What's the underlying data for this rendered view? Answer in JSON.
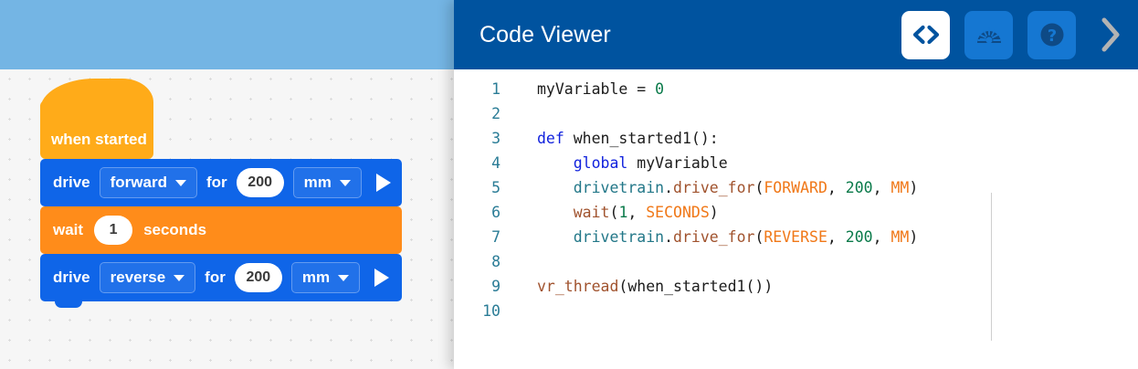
{
  "workspace": {
    "name": "block-programming-canvas",
    "blocks": [
      {
        "type": "hat",
        "label": "when started"
      },
      {
        "type": "drive",
        "verb": "drive",
        "direction": "forward",
        "for_word": "for",
        "distance": "200",
        "unit": "mm",
        "run_icon": "play-icon"
      },
      {
        "type": "wait",
        "verb": "wait",
        "value": "1",
        "unit_word": "seconds"
      },
      {
        "type": "drive",
        "verb": "drive",
        "direction": "reverse",
        "for_word": "for",
        "distance": "200",
        "unit": "mm",
        "run_icon": "play-icon"
      }
    ],
    "colors": {
      "hat": "#ffab19",
      "drive": "#0f65e8",
      "wait": "#ff8c1a",
      "topbar": "#74b5e4",
      "canvas": "#f6f6f6"
    }
  },
  "code_panel": {
    "header": {
      "title": "Code Viewer",
      "background": "#00539f",
      "buttons": [
        {
          "name": "code-view-button",
          "icon": "code-brackets-icon",
          "state": "active"
        },
        {
          "name": "dashboard-view-button",
          "icon": "gauge-dashboard-icon",
          "state": "idle"
        },
        {
          "name": "help-button",
          "icon": "question-mark-icon",
          "state": "idle"
        }
      ],
      "collapse": {
        "name": "collapse-panel-chevron",
        "icon": "chevron-right-icon",
        "color": "#b3b3b3"
      }
    },
    "editor": {
      "language": "python",
      "line_numbers": [
        "1",
        "2",
        "3",
        "4",
        "5",
        "6",
        "7",
        "8",
        "9",
        "10"
      ],
      "lines": [
        {
          "n": "1",
          "tokens": [
            {
              "t": "myVariable = ",
              "c": "plain"
            },
            {
              "t": "0",
              "c": "num"
            }
          ]
        },
        {
          "n": "2",
          "tokens": []
        },
        {
          "n": "3",
          "tokens": [
            {
              "t": "def",
              "c": "kw"
            },
            {
              "t": " when_started1():",
              "c": "plain"
            }
          ]
        },
        {
          "n": "4",
          "tokens": [
            {
              "t": "    ",
              "c": "plain"
            },
            {
              "t": "global",
              "c": "kw"
            },
            {
              "t": " myVariable",
              "c": "plain"
            }
          ]
        },
        {
          "n": "5",
          "tokens": [
            {
              "t": "    ",
              "c": "plain"
            },
            {
              "t": "drivetrain",
              "c": "obj"
            },
            {
              "t": ".",
              "c": "plain"
            },
            {
              "t": "drive_for",
              "c": "fn"
            },
            {
              "t": "(",
              "c": "plain"
            },
            {
              "t": "FORWARD",
              "c": "const"
            },
            {
              "t": ", ",
              "c": "plain"
            },
            {
              "t": "200",
              "c": "num"
            },
            {
              "t": ", ",
              "c": "plain"
            },
            {
              "t": "MM",
              "c": "const"
            },
            {
              "t": ")",
              "c": "plain"
            }
          ]
        },
        {
          "n": "6",
          "tokens": [
            {
              "t": "    ",
              "c": "plain"
            },
            {
              "t": "wait",
              "c": "fn"
            },
            {
              "t": "(",
              "c": "plain"
            },
            {
              "t": "1",
              "c": "num"
            },
            {
              "t": ", ",
              "c": "plain"
            },
            {
              "t": "SECONDS",
              "c": "const"
            },
            {
              "t": ")",
              "c": "plain"
            }
          ]
        },
        {
          "n": "7",
          "tokens": [
            {
              "t": "    ",
              "c": "plain"
            },
            {
              "t": "drivetrain",
              "c": "obj"
            },
            {
              "t": ".",
              "c": "plain"
            },
            {
              "t": "drive_for",
              "c": "fn"
            },
            {
              "t": "(",
              "c": "plain"
            },
            {
              "t": "REVERSE",
              "c": "const"
            },
            {
              "t": ", ",
              "c": "plain"
            },
            {
              "t": "200",
              "c": "num"
            },
            {
              "t": ", ",
              "c": "plain"
            },
            {
              "t": "MM",
              "c": "const"
            },
            {
              "t": ")",
              "c": "plain"
            }
          ]
        },
        {
          "n": "8",
          "tokens": []
        },
        {
          "n": "9",
          "tokens": [
            {
              "t": "vr_thread",
              "c": "fn"
            },
            {
              "t": "(when_started1())",
              "c": "plain"
            }
          ]
        },
        {
          "n": "10",
          "tokens": []
        }
      ],
      "colors": {
        "line_number": "#2a7c96",
        "keyword": "#1122dd",
        "number": "#0a7a4a",
        "object": "#227788",
        "function": "#a0522d",
        "constant": "#f07818",
        "plain": "#1c1c1c",
        "background": "#ffffff"
      }
    }
  }
}
